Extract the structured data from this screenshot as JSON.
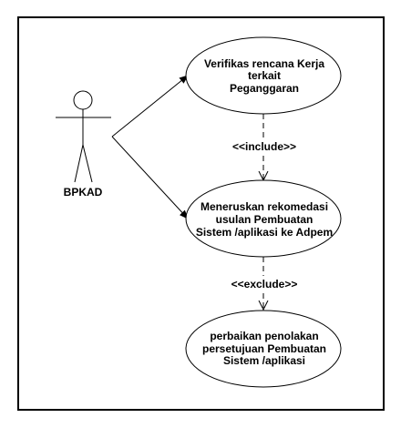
{
  "actor": {
    "name": "BPKAD"
  },
  "use_cases": [
    {
      "id": "uc1",
      "lines": [
        "Verifikas rencana Kerja",
        "terkait",
        "Peganggaran"
      ]
    },
    {
      "id": "uc2",
      "lines": [
        "Meneruskan rekomedasi",
        "usulan Pembuatan",
        "Sistem /aplikasi ke Adpem"
      ]
    },
    {
      "id": "uc3",
      "lines": [
        "perbaikan penolakan",
        "persetujuan Pembuatan",
        "Sistem /aplikasi"
      ]
    }
  ],
  "relationships": [
    {
      "label": "<<include>>"
    },
    {
      "label": "<<exclude>>"
    }
  ],
  "colors": {
    "stroke": "#000000",
    "background": "#ffffff"
  }
}
